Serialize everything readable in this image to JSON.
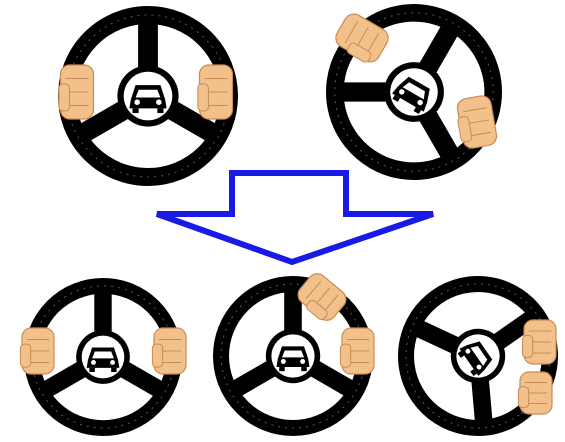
{
  "colors": {
    "background": "#ffffff",
    "wheel": "#000000",
    "hub": "#ffffff",
    "car": "#000000",
    "skin": "#f2c08a",
    "skin_shadow": "#c98b55",
    "arrow_stroke": "#1a1ae6",
    "arrow_fill": "#ffffff",
    "texture_dash": "#ffffff"
  },
  "illustration": {
    "top_row": [
      {
        "name": "steering-wheel-level",
        "hands": [
          "left-hand",
          "right-hand"
        ]
      },
      {
        "name": "steering-wheel-rotated",
        "hands": [
          "top-left-hand",
          "bottom-right-hand"
        ]
      }
    ],
    "arrow": {
      "name": "down-arrow-icon",
      "direction": "down"
    },
    "bottom_row": [
      {
        "name": "steering-wheel-level",
        "hands": [
          "left-hand",
          "right-hand"
        ]
      },
      {
        "name": "steering-wheel-hand-over",
        "hands": [
          "top-hand",
          "right-hand"
        ]
      },
      {
        "name": "steering-wheel-turned",
        "hands": [
          "right-hand-upper",
          "right-hand-lower"
        ]
      }
    ]
  }
}
